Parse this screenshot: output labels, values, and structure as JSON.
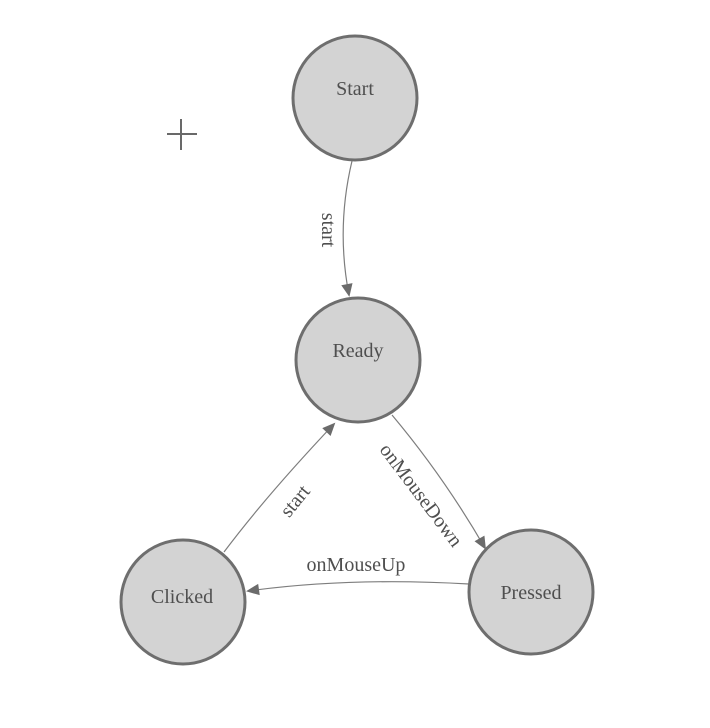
{
  "canvas": {
    "background": "#ffffff"
  },
  "colors": {
    "node-fill": "#d3d3d3",
    "node-border": "#6e6e6e",
    "edge-line": "#7d7d7d",
    "arrow-fill": "#6b6b6b",
    "label-text": "#4f4f4f",
    "cursor-gray": "#696969"
  },
  "icons": {
    "crosshair-plus": "+"
  },
  "diagram": {
    "type": "state-machine",
    "nodes": [
      {
        "id": "start",
        "label": "Start"
      },
      {
        "id": "ready",
        "label": "Ready"
      },
      {
        "id": "clicked",
        "label": "Clicked"
      },
      {
        "id": "pressed",
        "label": "Pressed"
      }
    ],
    "edges": [
      {
        "from": "Start",
        "to": "Ready",
        "label": "start"
      },
      {
        "from": "Ready",
        "to": "Pressed",
        "label": "onMouseDown"
      },
      {
        "from": "Pressed",
        "to": "Clicked",
        "label": "onMouseUp"
      },
      {
        "from": "Clicked",
        "to": "Ready",
        "label": "start"
      }
    ]
  }
}
